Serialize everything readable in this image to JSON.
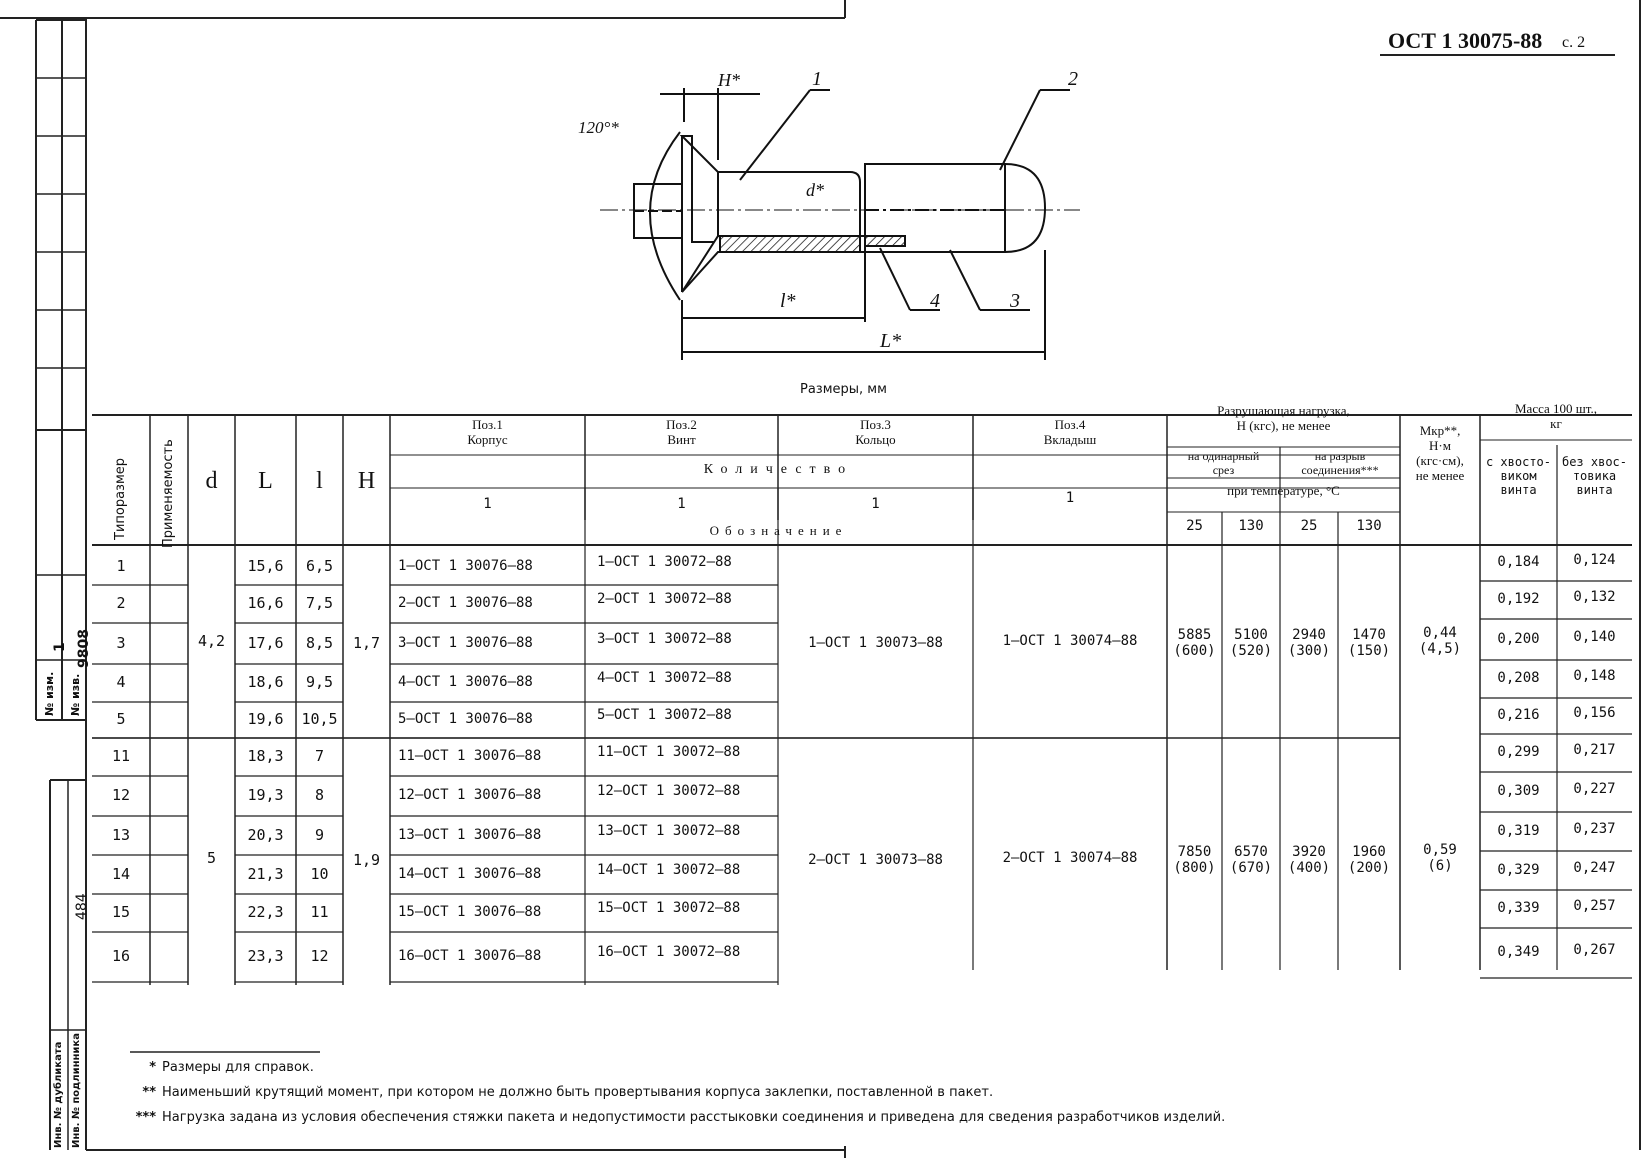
{
  "header": {
    "standard": "ОСТ 1 30075-88",
    "page": "с. 2"
  },
  "drawing": {
    "angle": "120°*",
    "h": "H*",
    "d": "d*",
    "l": "l*",
    "L": "L*",
    "callouts": [
      "1",
      "2",
      "3",
      "4"
    ]
  },
  "sidebar": {
    "change_no": "1",
    "doc_no": "9808",
    "izm": "№ изм.",
    "izv": "№ изв.",
    "inv_no": "484",
    "dubl": "Инв. № дубликата",
    "podl": "Инв. № подлинника"
  },
  "table": {
    "caption": "Размеры, мм",
    "col_type": "Типоразмер",
    "col_apply": "Применяемость",
    "col_d": "d",
    "col_L": "L",
    "col_l": "l",
    "col_H": "H",
    "pos1": "Поз.1\nКорпус",
    "pos2": "Поз.2\nВинт",
    "pos3": "Поз.3\nКольцо",
    "pos4": "Поз.4\nВкладыш",
    "qty": "Количество",
    "qty_vals": [
      "1",
      "1",
      "1",
      "1"
    ],
    "designation": "Обозначение",
    "load": "Разрушающая нагрузка,\nН (кгс), не менее",
    "shear": "на одинарный\nсрез",
    "tear": "на разрыв\nсоединения***",
    "temp": "при температуре, °С",
    "temps": [
      "25",
      "130",
      "25",
      "130"
    ],
    "mkr": "Мкр**,\nН·м\n(кгс·см),\nне менее",
    "mass": "Масса 100 шт.,\nкг",
    "mass_with": "с хвосто-\nвиком\nвинта",
    "mass_without": "без хвос-\nтовика\nвинта",
    "group1": {
      "d": "4,2",
      "H": "1,7",
      "pos3": "1–ОСТ 1 30073–88",
      "pos4": "1–ОСТ 1 30074–88",
      "load": [
        "5885\n(600)",
        "5100\n(520)",
        "2940\n(300)",
        "1470\n(150)"
      ],
      "mkr": "0,44\n(4,5)"
    },
    "group2": {
      "d": "5",
      "H": "1,9",
      "pos3": "2–ОСТ 1 30073–88",
      "pos4": "2–ОСТ 1 30074–88",
      "load": [
        "7850\n(800)",
        "6570\n(670)",
        "3920\n(400)",
        "1960\n(200)"
      ],
      "mkr": "0,59\n(6)"
    },
    "rows": [
      {
        "type": "1",
        "L": "15,6",
        "l": "6,5",
        "p1": "1–ОСТ 1 30076–88",
        "p2": "1–ОСТ 1 30072–88",
        "m1": "0,184",
        "m2": "0,124"
      },
      {
        "type": "2",
        "L": "16,6",
        "l": "7,5",
        "p1": "2–ОСТ 1 30076–88",
        "p2": "2–ОСТ 1 30072–88",
        "m1": "0,192",
        "m2": "0,132"
      },
      {
        "type": "3",
        "L": "17,6",
        "l": "8,5",
        "p1": "3–ОСТ 1 30076–88",
        "p2": "3–ОСТ 1 30072–88",
        "m1": "0,200",
        "m2": "0,140"
      },
      {
        "type": "4",
        "L": "18,6",
        "l": "9,5",
        "p1": "4–ОСТ 1 30076–88",
        "p2": "4–ОСТ 1 30072–88",
        "m1": "0,208",
        "m2": "0,148"
      },
      {
        "type": "5",
        "L": "19,6",
        "l": "10,5",
        "p1": "5–ОСТ 1 30076–88",
        "p2": "5–ОСТ 1 30072–88",
        "m1": "0,216",
        "m2": "0,156"
      },
      {
        "type": "11",
        "L": "18,3",
        "l": "7",
        "p1": "11–ОСТ 1 30076–88",
        "p2": "11–ОСТ 1 30072–88",
        "m1": "0,299",
        "m2": "0,217"
      },
      {
        "type": "12",
        "L": "19,3",
        "l": "8",
        "p1": "12–ОСТ 1 30076–88",
        "p2": "12–ОСТ 1 30072–88",
        "m1": "0,309",
        "m2": "0,227"
      },
      {
        "type": "13",
        "L": "20,3",
        "l": "9",
        "p1": "13–ОСТ 1 30076–88",
        "p2": "13–ОСТ 1 30072–88",
        "m1": "0,319",
        "m2": "0,237"
      },
      {
        "type": "14",
        "L": "21,3",
        "l": "10",
        "p1": "14–ОСТ 1 30076–88",
        "p2": "14–ОСТ 1 30072–88",
        "m1": "0,329",
        "m2": "0,247"
      },
      {
        "type": "15",
        "L": "22,3",
        "l": "11",
        "p1": "15–ОСТ 1 30076–88",
        "p2": "15–ОСТ 1 30072–88",
        "m1": "0,339",
        "m2": "0,257"
      },
      {
        "type": "16",
        "L": "23,3",
        "l": "12",
        "p1": "16–ОСТ 1 30076–88",
        "p2": "16–ОСТ 1 30072–88",
        "m1": "0,349",
        "m2": "0,267"
      }
    ]
  },
  "notes": [
    {
      "mark": "*",
      "text": "Размеры для справок."
    },
    {
      "mark": "**",
      "text": "Наименьший крутящий момент, при котором не должно быть провертывания корпуса заклепки, поставленной в пакет."
    },
    {
      "mark": "***",
      "text": "Нагрузка задана из условия обеспечения стяжки пакета и недопустимости расстыковки соединения и приведена для сведения разработчиков изделий."
    }
  ]
}
